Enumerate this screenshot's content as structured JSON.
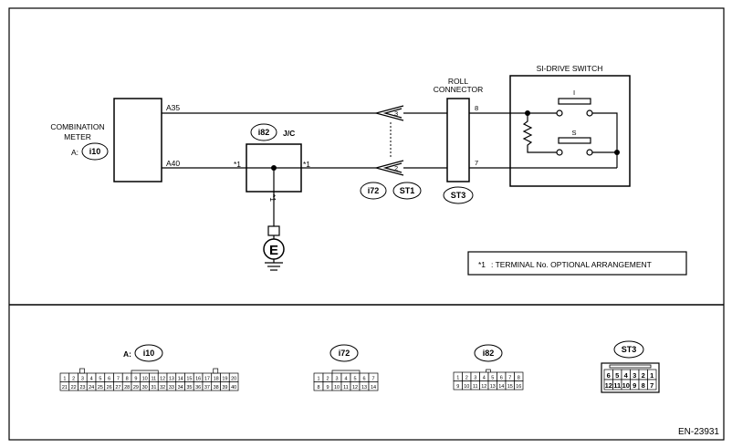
{
  "diagram": {
    "combination_meter": {
      "line1": "COMBINATION",
      "line2": "METER",
      "conn_prefix": "A:",
      "conn": "i10",
      "pin_top": "A35",
      "pin_bottom": "A40"
    },
    "junction": {
      "conn": "i82",
      "label": "J/C",
      "star_left": "*1",
      "star_right": "*1",
      "star_down": "*1"
    },
    "ground": {
      "symbol": "E"
    },
    "connector_pair": {
      "pin_top": "3",
      "pin_bottom": "2",
      "conn_a": "i72",
      "conn_b": "ST1"
    },
    "roll_connector": {
      "line1": "ROLL",
      "line2": "CONNECTOR",
      "pin_top": "8",
      "pin_bottom": "7",
      "conn": "ST3"
    },
    "si_drive_switch": {
      "title": "SI-DRIVE SWITCH",
      "switch_i": "I",
      "switch_s": "S"
    },
    "note": {
      "star": "*1",
      "text": ": TERMINAL No. OPTIONAL ARRANGEMENT"
    }
  },
  "connectors": {
    "i10": {
      "prefix": "A:",
      "name": "i10",
      "row1": [
        "1",
        "2",
        "3",
        "4",
        "5",
        "6",
        "7",
        "8",
        "9",
        "10",
        "11",
        "12",
        "13",
        "14",
        "15",
        "16",
        "17",
        "18",
        "19",
        "20"
      ],
      "row2": [
        "21",
        "22",
        "23",
        "24",
        "25",
        "26",
        "27",
        "28",
        "29",
        "30",
        "31",
        "32",
        "33",
        "34",
        "35",
        "36",
        "37",
        "38",
        "39",
        "40"
      ]
    },
    "i72": {
      "name": "i72",
      "row1": [
        "1",
        "2",
        "3",
        "4",
        "5",
        "6",
        "7"
      ],
      "row2": [
        "8",
        "9",
        "10",
        "11",
        "12",
        "13",
        "14"
      ]
    },
    "i82": {
      "name": "i82",
      "row1": [
        "1",
        "2",
        "3",
        "4",
        "5",
        "6",
        "7",
        "8"
      ],
      "row2": [
        "9",
        "10",
        "11",
        "12",
        "13",
        "14",
        "15",
        "16"
      ]
    },
    "st3": {
      "name": "ST3",
      "row1": [
        "6",
        "5",
        "4",
        "3",
        "2",
        "1"
      ],
      "row2": [
        "12",
        "11",
        "10",
        "9",
        "8",
        "7"
      ]
    }
  },
  "footer": {
    "code": "EN-23931"
  }
}
